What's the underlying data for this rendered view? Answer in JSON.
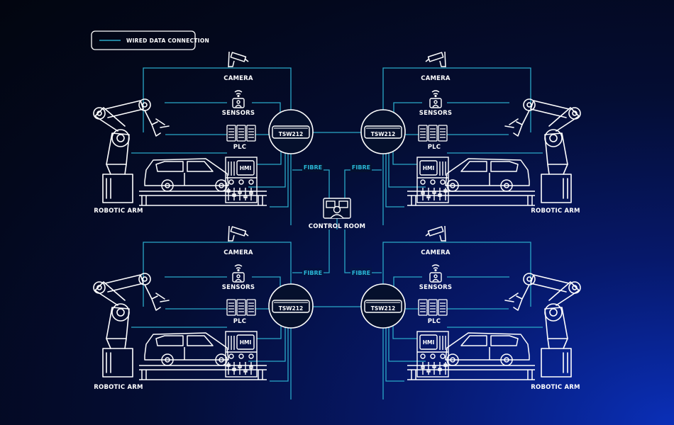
{
  "legend": {
    "label": "WIRED DATA CONNECTION"
  },
  "control_room": {
    "label": "CONTROL ROOM"
  },
  "link_label": "FIBRE",
  "colors": {
    "wire": "#2aa8c8",
    "line_art": "#ffffff",
    "background": "#03081c"
  },
  "cells": [
    {
      "switch": "TSW212",
      "camera": "CAMERA",
      "sensors": "SENSORS",
      "plc": "PLC",
      "hmi": "HMI",
      "robot": "ROBOTIC ARM"
    },
    {
      "switch": "TSW212",
      "camera": "CAMERA",
      "sensors": "SENSORS",
      "plc": "PLC",
      "hmi": "HMI",
      "robot": "ROBOTIC ARM"
    },
    {
      "switch": "TSW212",
      "camera": "CAMERA",
      "sensors": "SENSORS",
      "plc": "PLC",
      "hmi": "HMI",
      "robot": "ROBOTIC ARM"
    },
    {
      "switch": "TSW212",
      "camera": "CAMERA",
      "sensors": "SENSORS",
      "plc": "PLC",
      "hmi": "HMI",
      "robot": "ROBOTIC ARM"
    }
  ]
}
